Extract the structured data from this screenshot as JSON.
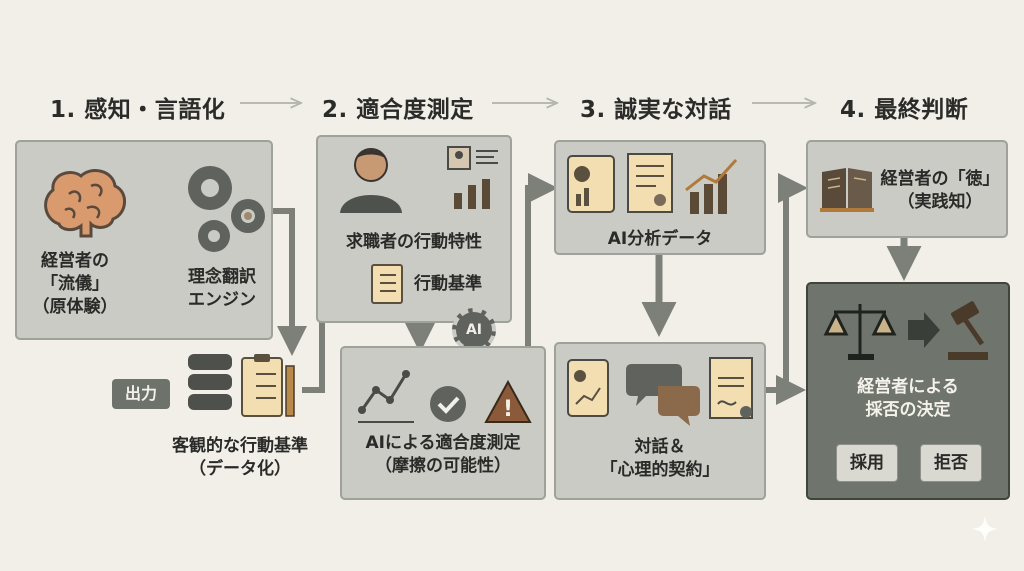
{
  "stages": [
    {
      "label": "1. 感知・言語化"
    },
    {
      "label": "2. 適合度測定"
    },
    {
      "label": "3. 誠実な対話"
    },
    {
      "label": "4. 最終判断"
    }
  ],
  "stage1": {
    "philosophy_lines": [
      "経営者の",
      "「流儀」",
      "（原体験）"
    ],
    "engine_lines": [
      "理念翻訳",
      "エンジン"
    ],
    "output_badge": "出力",
    "criteria_lines": [
      "客観的な行動基準",
      "（データ化）"
    ]
  },
  "stage2": {
    "candidate_traits": "求職者の行動特性",
    "behavior_criteria": "行動基準",
    "ai_badge": "AI",
    "measure_lines": [
      "AIによる適合度測定",
      "（摩擦の可能性）"
    ]
  },
  "stage3": {
    "ai_data": "AI分析データ",
    "dialogue_lines": [
      "対話＆",
      "「心理的契約」"
    ]
  },
  "stage4": {
    "virtue_lines": [
      "経営者の「徳」",
      "（実践知）"
    ],
    "decision_lines": [
      "経営者による",
      "採否の決定"
    ],
    "accept": "採用",
    "reject": "拒否"
  },
  "colors": {
    "box": "#c9cbc4",
    "dark_box": "#6f756c",
    "accent": "#f2deb0",
    "arrow": "#7d8078"
  }
}
